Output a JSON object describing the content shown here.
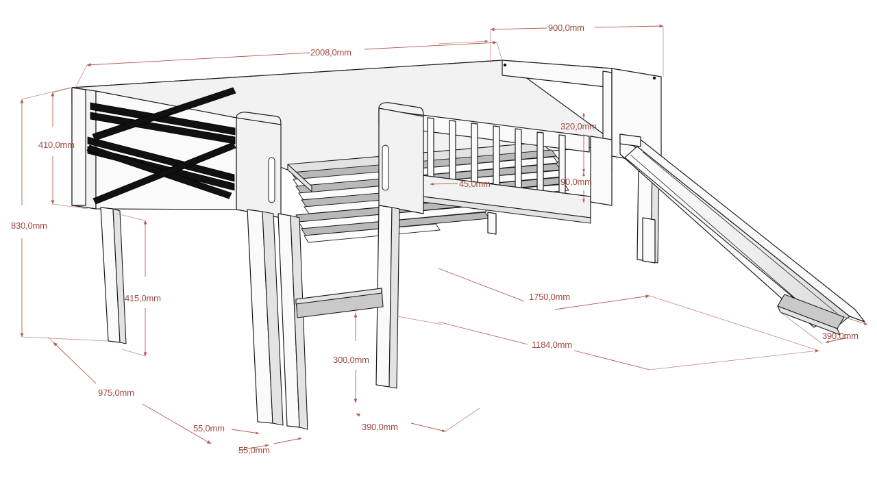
{
  "drawing": {
    "title": "Loft bed with slide - dimensioned technical drawing",
    "unit": "mm",
    "accent_color": "#a14a3f",
    "dimension_line_color": "#b35c52",
    "outline_color": "#1a1a1a",
    "background_color": "#ffffff"
  },
  "dimensions": {
    "bed_length": "2008,0mm",
    "bed_width": "900,0mm",
    "rail_height_from_top": "410,0mm",
    "total_height": "830,0mm",
    "leg_height": "415,0mm",
    "floor_depth_left": "975,0mm",
    "leg_thickness_a": "55,0mm",
    "leg_thickness_b": "55,0mm",
    "step_height": "300,0mm",
    "step_offset": "390,0mm",
    "guard_rail_height": "320,0mm",
    "slat_board_height": "90,0mm",
    "slat_thickness": "45,0mm",
    "slide_run": "1750,0mm",
    "slide_offset": "1184,0mm",
    "slide_width": "390,0mm"
  },
  "labels": {
    "d_2008": "2008,0mm",
    "d_900": "900,0mm",
    "d_410": "410,0mm",
    "d_830": "830,0mm",
    "d_415": "415,0mm",
    "d_975": "975,0mm",
    "d_55_a": "55,0mm",
    "d_55_b": "55,0mm",
    "d_300": "300,0mm",
    "d_390_bed": "390,0mm",
    "d_320": "320,0mm",
    "d_90": "90,0mm",
    "d_45": "45,0mm",
    "d_1750": "1750,0mm",
    "d_1184": "1184,0mm",
    "d_390_slide": "390,0mm"
  }
}
